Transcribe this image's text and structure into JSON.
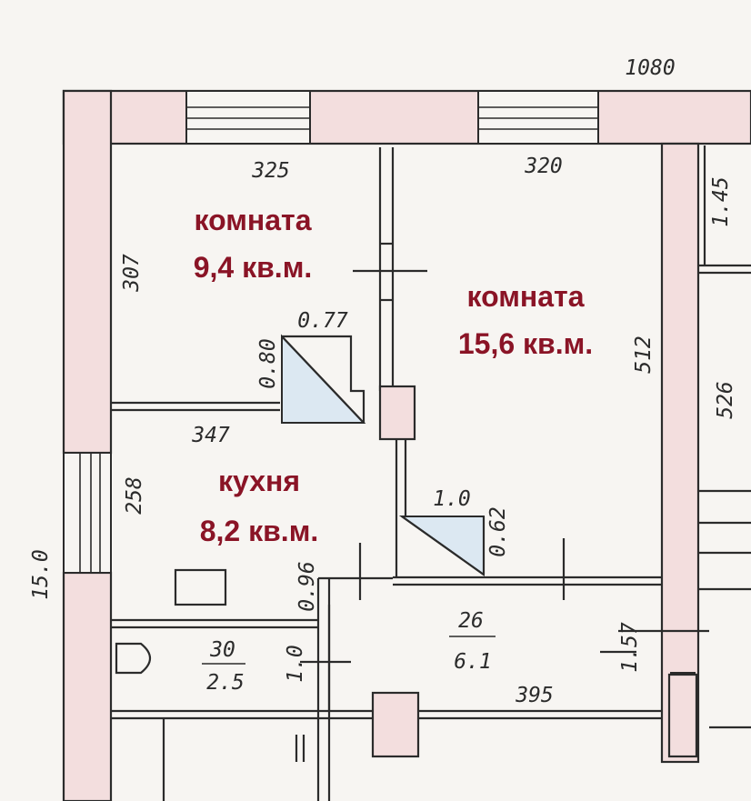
{
  "rooms": [
    {
      "name": "комната",
      "area": "9,4 кв.м."
    },
    {
      "name": "комната",
      "area": "15,6 кв.м."
    },
    {
      "name": "кухня",
      "area": "8,2 кв.м."
    }
  ],
  "dimensions": {
    "total_width": "1080",
    "room1_width": "325",
    "room2_width": "320",
    "room1_depth": "307",
    "room2_depth": "512",
    "corridor_height": "1.45",
    "right_height": "526",
    "door1_width": "0.77",
    "door1_height": "0.80",
    "kitchen_width": "347",
    "kitchen_depth": "258",
    "door2_width": "1.0",
    "door2_height": "0.62",
    "passage_height": "0.96",
    "bath_top": "30",
    "bath_bottom": "2.5",
    "bath_height": "1.0",
    "hall_top": "26",
    "hall_bottom": "6.1",
    "hall_width": "395",
    "hall_height": "1.57",
    "outer_height": "15.0"
  },
  "colors": {
    "label": "#8a1426",
    "wall_fill": "#f3dede",
    "door_fill": "#dce8f2"
  }
}
